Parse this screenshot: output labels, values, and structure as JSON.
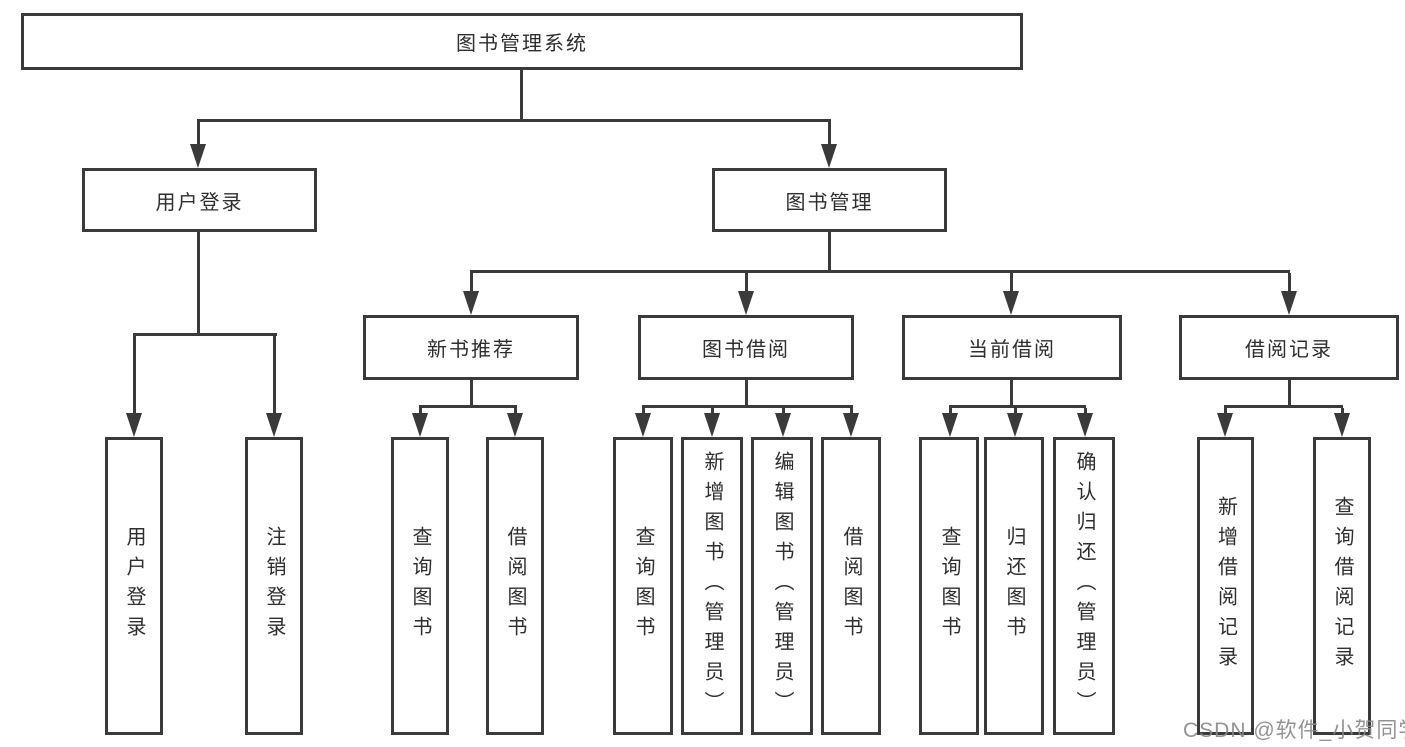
{
  "diagram": {
    "root": {
      "label": "图书管理系统"
    },
    "branches": [
      {
        "label": "用户登录",
        "children": [
          {
            "label": "用户登录"
          },
          {
            "label": "注销登录"
          }
        ]
      },
      {
        "label": "图书管理",
        "children": [
          {
            "label": "新书推荐",
            "children": [
              {
                "label": "查询图书"
              },
              {
                "label": "借阅图书"
              }
            ]
          },
          {
            "label": "图书借阅",
            "children": [
              {
                "label": "查询图书"
              },
              {
                "label": "新增图书（管理员）"
              },
              {
                "label": "编辑图书（管理员）"
              },
              {
                "label": "借阅图书"
              }
            ]
          },
          {
            "label": "当前借阅",
            "children": [
              {
                "label": "查询图书"
              },
              {
                "label": "归还图书"
              },
              {
                "label": "确认归还（管理员）"
              }
            ]
          },
          {
            "label": "借阅记录",
            "children": [
              {
                "label": "新增借阅记录"
              },
              {
                "label": "查询借阅记录"
              }
            ]
          }
        ]
      }
    ]
  },
  "watermark": "CSDN @软件_小贺同学",
  "colors": {
    "line": "#3a3a3a",
    "box_background": "#ffffff",
    "text": "#2e2e2e",
    "watermark_text": "#878787"
  }
}
